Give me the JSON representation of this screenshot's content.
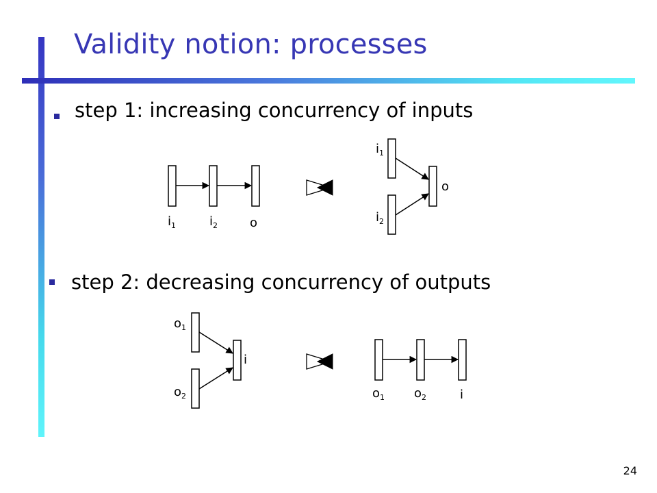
{
  "slide": {
    "title": "Validity notion: processes",
    "page_number": "24"
  },
  "bullets": [
    {
      "text": "step 1: increasing concurrency of inputs"
    },
    {
      "text": "step 2: decreasing concurrency of outputs"
    }
  ],
  "diagrams": {
    "step1_left": {
      "labels": [
        {
          "base": "i",
          "sub": "1"
        },
        {
          "base": "i",
          "sub": "2"
        },
        {
          "base": "o",
          "sub": ""
        }
      ]
    },
    "step1_right": {
      "labels": [
        {
          "base": "i",
          "sub": "1"
        },
        {
          "base": "i",
          "sub": "2"
        },
        {
          "base": "o",
          "sub": ""
        }
      ]
    },
    "step2_left": {
      "labels": [
        {
          "base": "o",
          "sub": "1"
        },
        {
          "base": "o",
          "sub": "2"
        },
        {
          "base": "i",
          "sub": ""
        }
      ]
    },
    "step2_right": {
      "labels": [
        {
          "base": "o",
          "sub": "1"
        },
        {
          "base": "o",
          "sub": "2"
        },
        {
          "base": "i",
          "sub": ""
        }
      ]
    }
  }
}
